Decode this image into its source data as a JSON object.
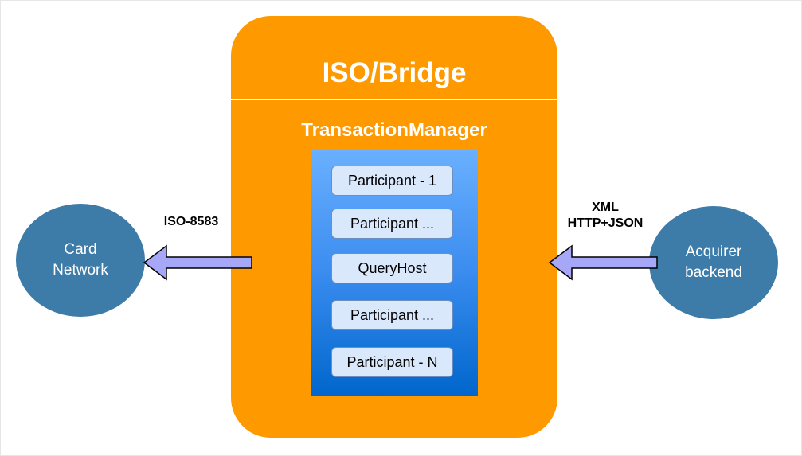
{
  "bridge": {
    "title": "ISO/Bridge",
    "fill_color": "#ff9900"
  },
  "transaction_manager": {
    "title": "TransactionManager",
    "participants": [
      "Participant - 1",
      "Participant ...",
      "QueryHost",
      "Participant ...",
      "Participant - N"
    ]
  },
  "nodes": {
    "card_network": {
      "line1": "Card",
      "line2": "Network"
    },
    "acquirer_backend": {
      "line1": "Acquirer",
      "line2": "backend"
    },
    "node_color": "#3d7ba8"
  },
  "edges": {
    "to_card_network": {
      "label": "ISO-8583"
    },
    "from_acquirer": {
      "label_line1": "XML",
      "label_line2": "HTTP+JSON"
    },
    "arrow_fill": "#a7a7f7",
    "arrow_stroke": "#000000"
  }
}
